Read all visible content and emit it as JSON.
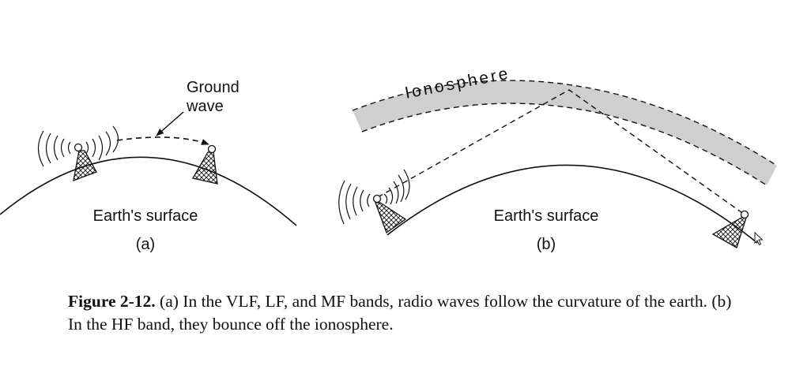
{
  "panel_a": {
    "ground_wave_label": [
      "Ground",
      "wave"
    ],
    "surface_label": "Earth's surface",
    "panel_label": "(a)"
  },
  "panel_b": {
    "ionosphere_label": "Ionosphere",
    "surface_label": "Earth's surface",
    "panel_label": "(b)"
  },
  "caption": {
    "figure_number": "Figure 2-12.",
    "text": "(a) In the VLF, LF, and MF bands, radio waves follow the curvature of the earth.  (b) In the HF band, they bounce off the ionosphere."
  },
  "colors": {
    "ionosphere_fill": "#cfcfcf",
    "line": "#111111",
    "background": "#ffffff"
  }
}
